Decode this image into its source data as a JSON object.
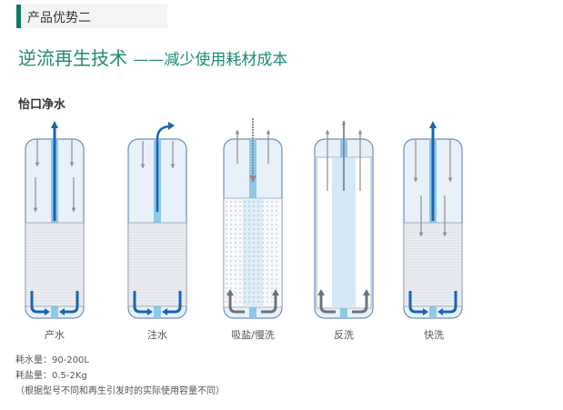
{
  "section_label": "产品优势二",
  "title": {
    "main": "逆流再生技术",
    "sub": "——减少使用耗材成本"
  },
  "brand": "怡口净水",
  "stages": [
    "产水",
    "注水",
    "吸盐/慢洗",
    "反洗",
    "快洗"
  ],
  "info": {
    "water": "耗水量：90-200L",
    "salt": "耗盐量：0.5-2Kg",
    "note": "（根据型号不同和再生引发时的实际使用容量不同）"
  },
  "colors": {
    "accent": "#0f7a67",
    "title": "#1d8a79",
    "blue": "#1a64b0",
    "gray": "#8a8d92"
  }
}
